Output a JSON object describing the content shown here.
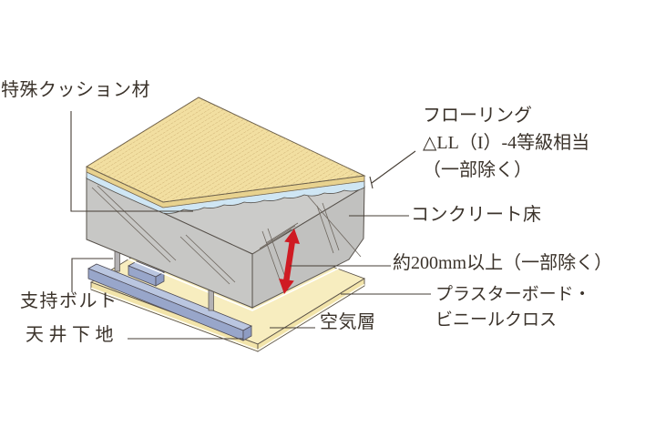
{
  "labels": {
    "cushion": "特殊クッション材",
    "flooring_line1": "フローリング",
    "flooring_line2": "△LL（I）-4等級相当",
    "flooring_line3": "（一部除く）",
    "concrete": "コンクリート床",
    "slab_thickness": "約200mm以上（一部除く）",
    "plasterboard_line1": "プラスターボード・",
    "plasterboard_line2": "ビニールクロス",
    "air_layer": "空気層",
    "support_bolt": "支持ボルト",
    "ceiling_base": "天井下地"
  },
  "colors": {
    "flooring_top": "#f2dfa1",
    "flooring_edge": "#e8d28f",
    "grain": "#c2a265",
    "cushion": "#cfe6f4",
    "concrete_top": "#cbcbc9",
    "concrete_front": "#c7c7c5",
    "concrete_side": "#c1c1bf",
    "board_top": "#f7edbf",
    "board_edge": "#f2e4aa",
    "frame_top": "#bac6e0",
    "frame_front": "#98a6ca",
    "frame_end": "#8e9cc2",
    "bolt": "#b4b2b4",
    "arrow": "#cf1b23",
    "leader": "#463e35",
    "text": "#3b332b"
  }
}
